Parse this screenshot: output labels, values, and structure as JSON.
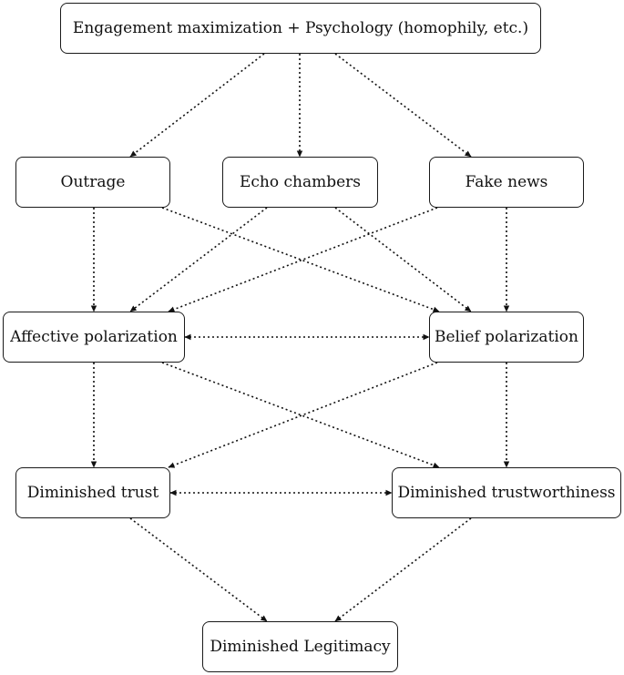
{
  "nodes": {
    "source": "Engagement maximization + Psychology (homophily, etc.)",
    "outrage": "Outrage",
    "echo": "Echo chambers",
    "fake": "Fake news",
    "affective": "Affective polarization",
    "belief": "Belief polarization",
    "trust": "Diminished trust",
    "trustworthiness": "Diminished trustworthiness",
    "legitimacy": "Diminished Legitimacy"
  },
  "edges": [
    {
      "from": "source",
      "to": "outrage"
    },
    {
      "from": "source",
      "to": "echo"
    },
    {
      "from": "source",
      "to": "fake"
    },
    {
      "from": "outrage",
      "to": "affective"
    },
    {
      "from": "outrage",
      "to": "belief"
    },
    {
      "from": "echo",
      "to": "affective"
    },
    {
      "from": "echo",
      "to": "belief"
    },
    {
      "from": "fake",
      "to": "affective"
    },
    {
      "from": "fake",
      "to": "belief"
    },
    {
      "from": "affective",
      "to": "belief",
      "bidirectional": true
    },
    {
      "from": "affective",
      "to": "trust"
    },
    {
      "from": "affective",
      "to": "trustworthiness"
    },
    {
      "from": "belief",
      "to": "trust"
    },
    {
      "from": "belief",
      "to": "trustworthiness"
    },
    {
      "from": "trust",
      "to": "trustworthiness",
      "bidirectional": true
    },
    {
      "from": "trust",
      "to": "legitimacy"
    },
    {
      "from": "trustworthiness",
      "to": "legitimacy"
    }
  ]
}
